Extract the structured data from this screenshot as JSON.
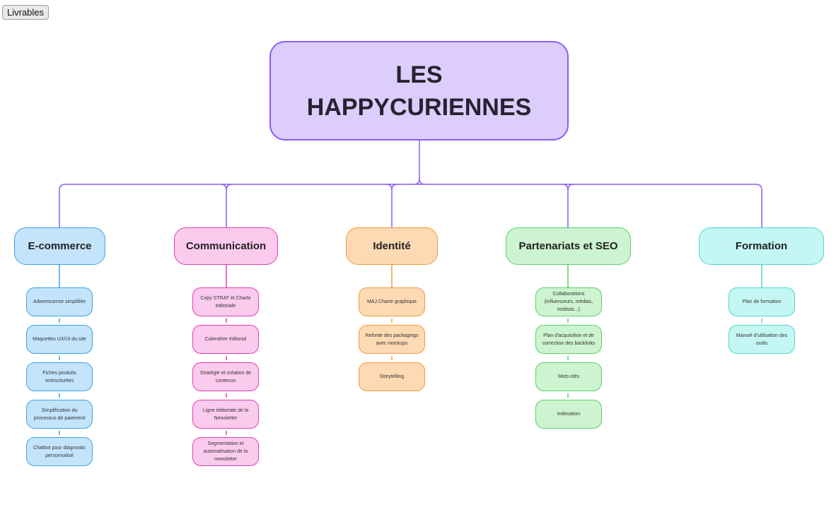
{
  "tab": {
    "label": "Livrables"
  },
  "root": {
    "line1": "LES",
    "line2": "HAPPYCURIENNES"
  },
  "colors": {
    "root_fill": "#dccdfd",
    "root_stroke": "#8b5cf6",
    "blue": "#3da3e6",
    "pink": "#e23fad",
    "orange": "#f29a3f",
    "green": "#5bcf67",
    "cyan": "#50d6cf"
  },
  "categories": [
    {
      "label": "E-commerce",
      "items": [
        "Arborescence simplifiée",
        "Maquettes UX/UI du site",
        "Fiches produits restructurées",
        "Simplification du processus de paiement",
        "Chatbot pour diagnostic personnalisé"
      ]
    },
    {
      "label": "Communication",
      "items": [
        "Copy STRAT et Charte éditoriale",
        "Calendrier éditorial",
        "Stratégie et création de contenus",
        "Ligne éditoriale de la Newsletter",
        "Segmentation et automatisation de la newsletter"
      ]
    },
    {
      "label": "Identité",
      "items": [
        "MAJ Charte graphique",
        "Refonte des packagings avec mockups",
        "Storytelling"
      ]
    },
    {
      "label": "Partenariats et SEO",
      "items": [
        "Collaborations (influenceurs, médias, instituts...)",
        "Plan d'acquisition et de correction des backlinks",
        "Mots-clés",
        "Indexation"
      ]
    },
    {
      "label": "Formation",
      "items": [
        "Plan de formation",
        "Manuel d'utilisation des outils"
      ]
    }
  ]
}
